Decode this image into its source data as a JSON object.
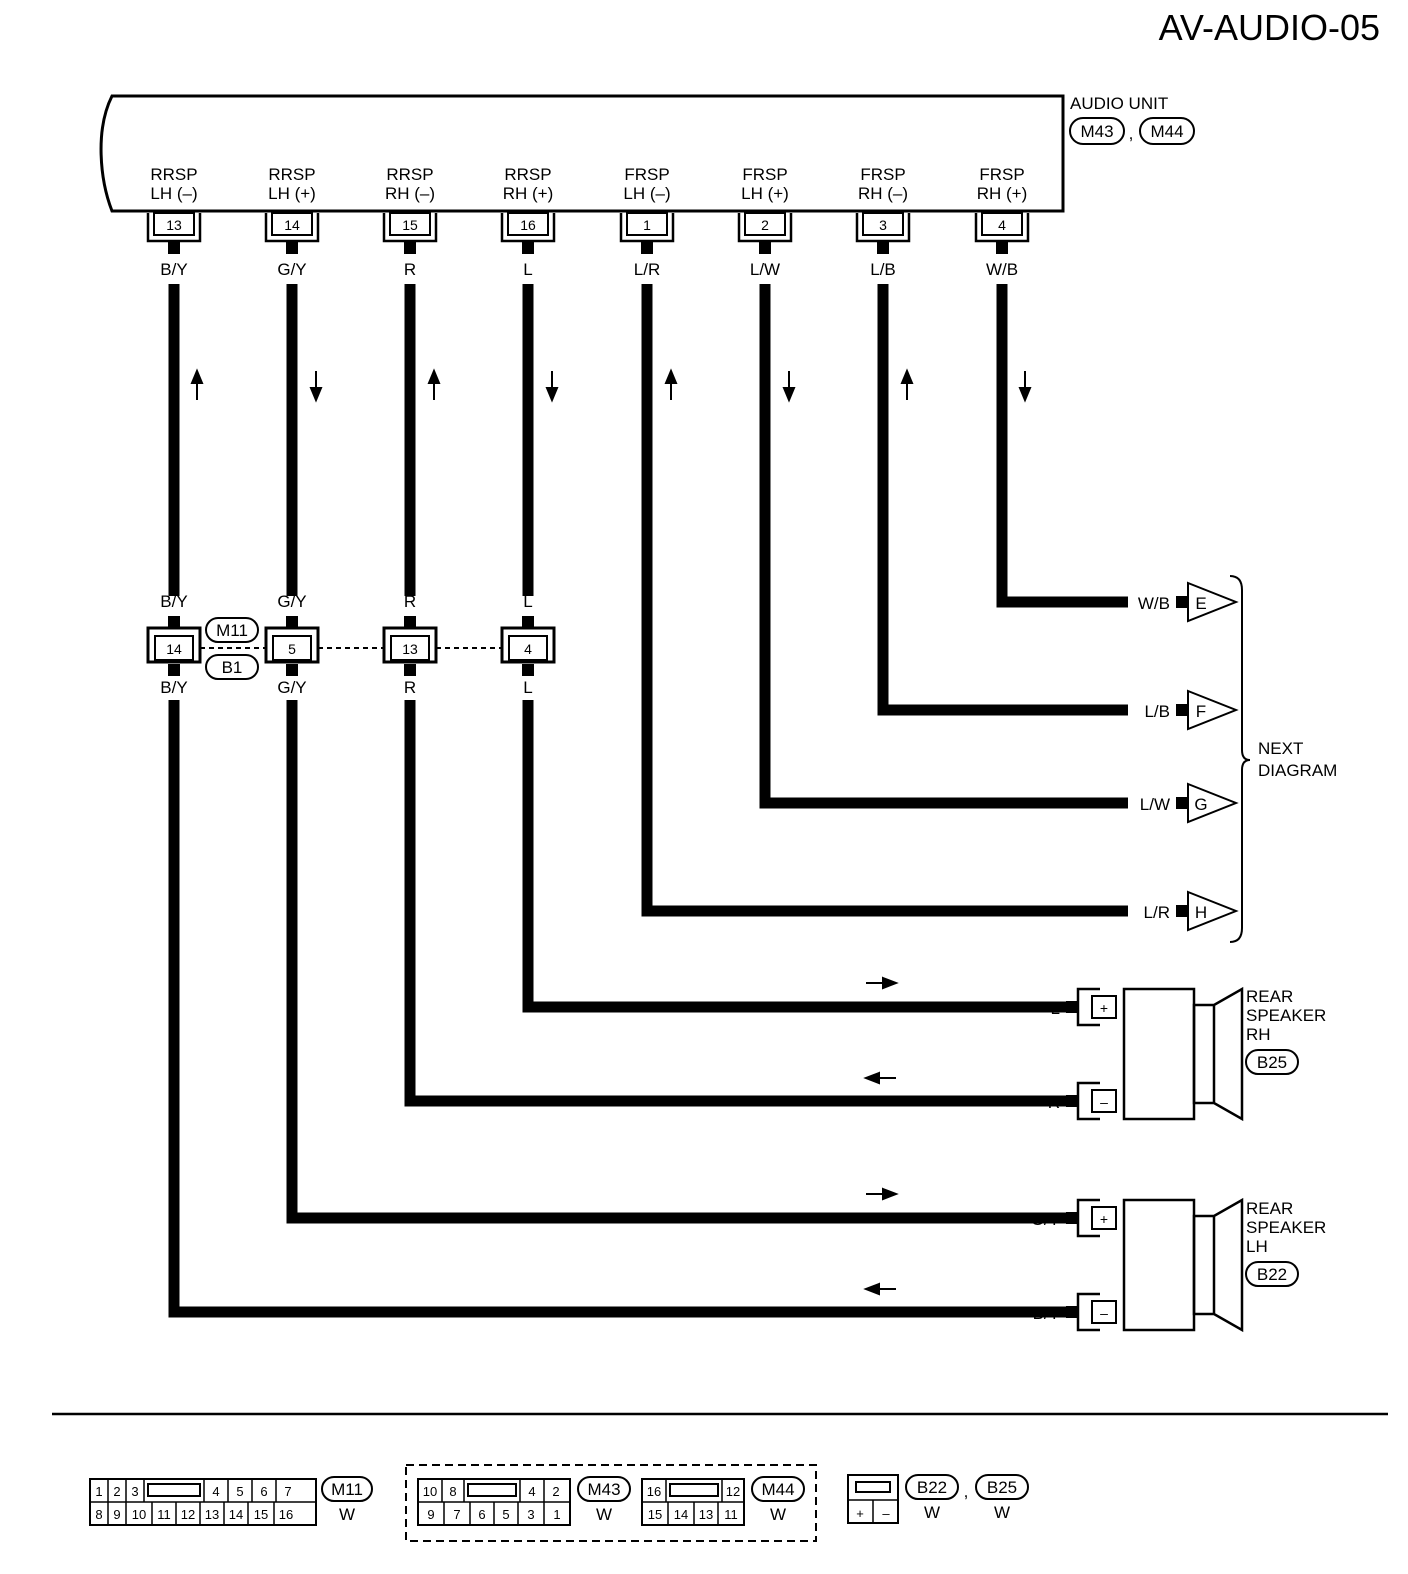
{
  "title": "AV-AUDIO-05",
  "audio_unit": {
    "name": "AUDIO UNIT",
    "connectors": [
      "M43",
      "M44"
    ],
    "comma": ","
  },
  "terminals": [
    {
      "l1": "RRSP",
      "l2": "LH (–)",
      "pin": "13",
      "wire": "B/Y"
    },
    {
      "l1": "RRSP",
      "l2": "LH (+)",
      "pin": "14",
      "wire": "G/Y"
    },
    {
      "l1": "RRSP",
      "l2": "RH (–)",
      "pin": "15",
      "wire": "R"
    },
    {
      "l1": "RRSP",
      "l2": "RH (+)",
      "pin": "16",
      "wire": "L"
    },
    {
      "l1": "FRSP",
      "l2": "LH (–)",
      "pin": "1",
      "wire": "L/R"
    },
    {
      "l1": "FRSP",
      "l2": "LH (+)",
      "pin": "2",
      "wire": "L/W"
    },
    {
      "l1": "FRSP",
      "l2": "RH (–)",
      "pin": "3",
      "wire": "L/B"
    },
    {
      "l1": "FRSP",
      "l2": "RH (+)",
      "pin": "4",
      "wire": "W/B"
    }
  ],
  "joint": {
    "connectors": [
      "M11",
      "B1"
    ],
    "pins": [
      {
        "pin": "14",
        "wire": "B/Y"
      },
      {
        "pin": "5",
        "wire": "G/Y"
      },
      {
        "pin": "13",
        "wire": "R"
      },
      {
        "pin": "4",
        "wire": "L"
      }
    ]
  },
  "next_diagram": {
    "label1": "NEXT",
    "label2": "DIAGRAM",
    "outputs": [
      {
        "letter": "E",
        "wire": "W/B"
      },
      {
        "letter": "F",
        "wire": "L/B"
      },
      {
        "letter": "G",
        "wire": "L/W"
      },
      {
        "letter": "H",
        "wire": "L/R"
      }
    ]
  },
  "speakers": [
    {
      "l1": "REAR",
      "l2": "SPEAKER",
      "l3": "RH",
      "connector": "B25",
      "plus_wire": "L",
      "minus_wire": "R"
    },
    {
      "l1": "REAR",
      "l2": "SPEAKER",
      "l3": "LH",
      "connector": "B22",
      "plus_wire": "G/Y",
      "minus_wire": "B/Y"
    }
  ],
  "legend": {
    "m11": {
      "top": [
        "1",
        "2",
        "3",
        "4",
        "5",
        "6",
        "7"
      ],
      "bottom": [
        "8",
        "9",
        "10",
        "11",
        "12",
        "13",
        "14",
        "15",
        "16"
      ],
      "name": "M11",
      "color": "W"
    },
    "m43": {
      "top": [
        "10",
        "8",
        "4",
        "2"
      ],
      "bottom": [
        "9",
        "7",
        "6",
        "5",
        "3",
        "1"
      ],
      "name": "M43",
      "color": "W"
    },
    "m44": {
      "top": [
        "16",
        "12"
      ],
      "bottom": [
        "15",
        "14",
        "13",
        "11"
      ],
      "name": "M44",
      "color": "W"
    },
    "speaker": {
      "plus": "+",
      "minus": "–",
      "names": [
        "B22",
        "B25"
      ],
      "colors": [
        "W",
        "W"
      ],
      "comma": ","
    }
  }
}
